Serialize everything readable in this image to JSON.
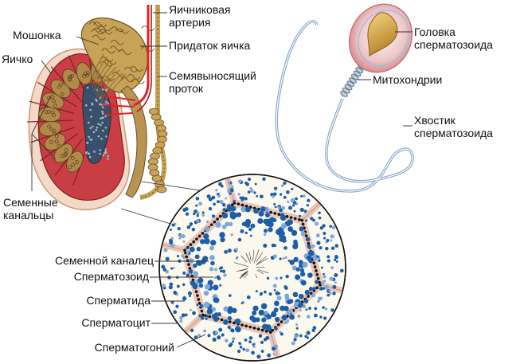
{
  "labels": {
    "artery": "Яичниковая\nартерия",
    "epididymis": "Придаток яичка",
    "vas_deferens": "Семявыносящий\nпроток",
    "scrotum": "Мошонка",
    "testis": "Яичко",
    "tubules": "Семенные\nканальцы",
    "sperm_head": "Головка\nсперматозоида",
    "mitochondria": "Митохондрии",
    "sperm_tail": "Хвостик\nсперматозоида",
    "tubule_section": "Семенной каналец",
    "spermatozoon": "Сперматозоид",
    "spermatid": "Сперматида",
    "spermatocyte": "Сперматоцит",
    "spermatogonium": "Сперматогоний"
  },
  "colors": {
    "tubule_red": "#d2454a",
    "tissue_brown": "#b08a4a",
    "artery_red": "#d8262a",
    "cell_blue": "#1e5ea8",
    "sperm_outline": "#8aa8c8",
    "head_pink": "#f0b8b8",
    "acrosome_gold": "#d4a23a"
  }
}
